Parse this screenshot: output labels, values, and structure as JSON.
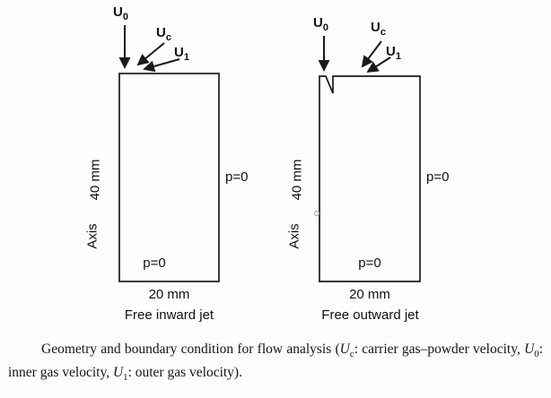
{
  "colors": {
    "line": "#1a1a1a",
    "background": "#fdfdfd"
  },
  "figure": {
    "left": {
      "u0": {
        "base": "U",
        "sub": "0"
      },
      "uc": {
        "base": "U",
        "sub": "c"
      },
      "u1": {
        "base": "U",
        "sub": "1"
      },
      "pressure_right": "p=0",
      "pressure_bottom": "p=0",
      "height_label": "40 mm",
      "axis_label": "Axis",
      "width_label": "20 mm",
      "title": "Free inward jet"
    },
    "right": {
      "u0": {
        "base": "U",
        "sub": "0"
      },
      "uc": {
        "base": "U",
        "sub": "c"
      },
      "u1": {
        "base": "U",
        "sub": "1"
      },
      "pressure_right": "p=0",
      "pressure_bottom": "p=0",
      "height_label": "40 mm",
      "axis_label": "Axis",
      "width_label": "20 mm",
      "title": "Free outward jet"
    }
  },
  "caption": {
    "lead": "Geometry and boundary condition for flow analysis (",
    "uc_base": "U",
    "uc_sub": "c",
    "seg2": ": carrier gas–powder velocity, ",
    "u0_base": "U",
    "u0_sub": "0",
    "seg3": ": inner gas velocity, ",
    "u1_base": "U",
    "u1_sub": "1",
    "seg4": ": outer gas velocity)."
  }
}
